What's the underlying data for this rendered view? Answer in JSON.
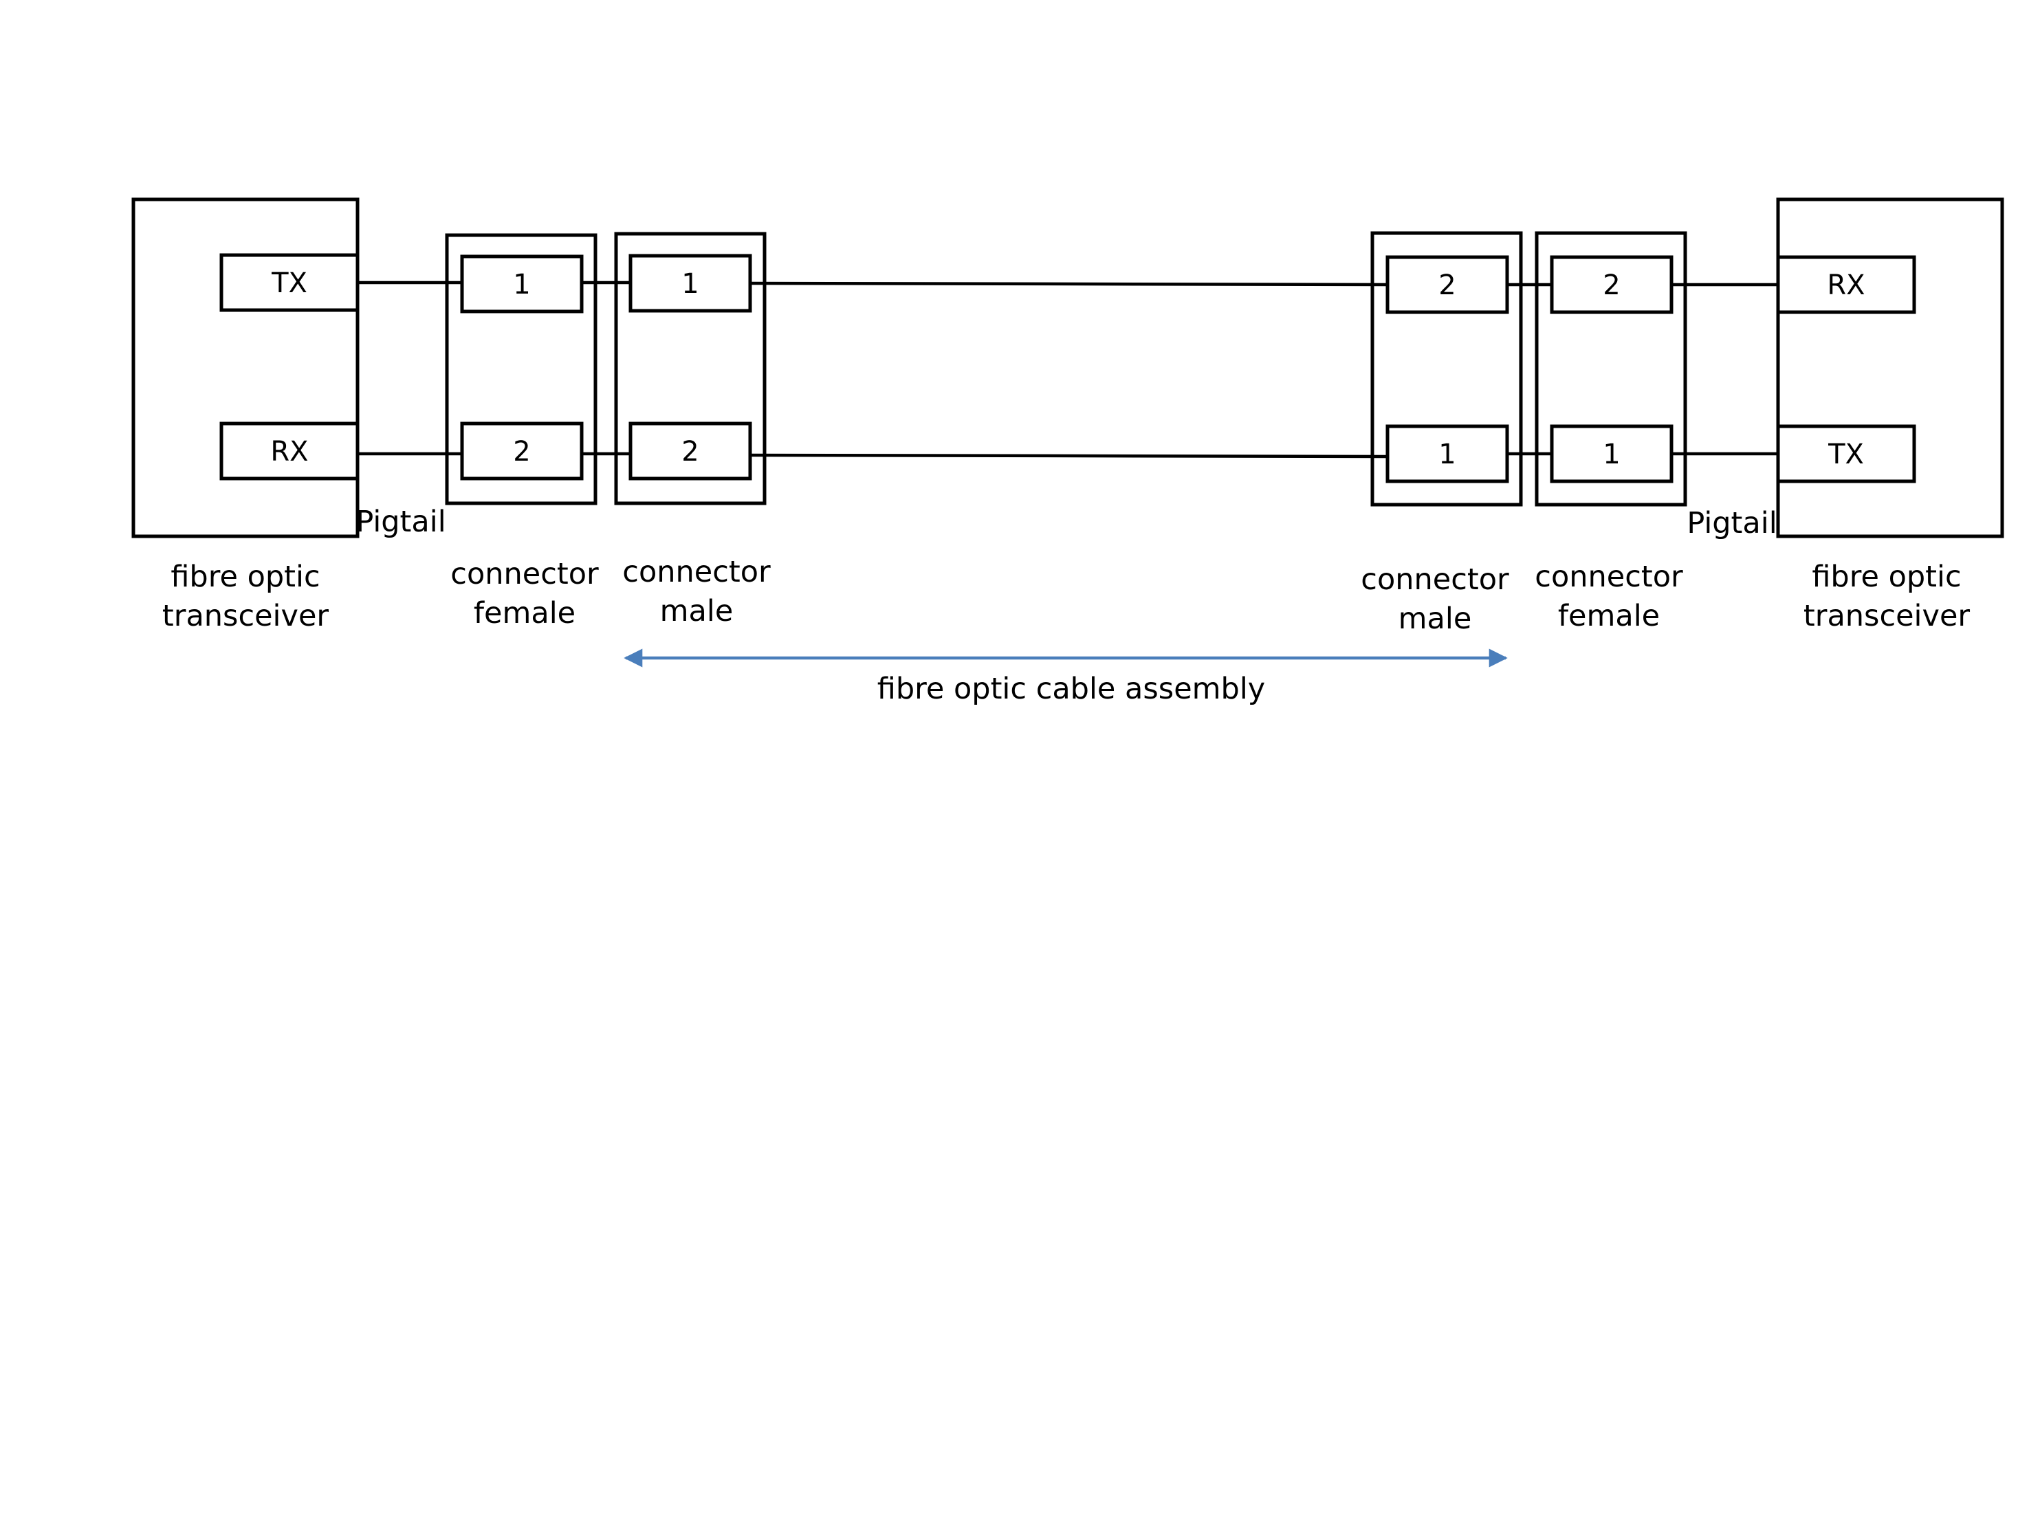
{
  "colors": {
    "line": "#000000",
    "arrow": "#4a7ebb",
    "background": "#ffffff"
  },
  "left_transceiver": {
    "port_top": "TX",
    "port_bottom": "RX",
    "label_line1": "fibre optic",
    "label_line2": "transceiver",
    "pigtail_label": "Pigtail"
  },
  "left_connector_female": {
    "slot_top": "1",
    "slot_bottom": "2",
    "label_line1": "connector",
    "label_line2": "female"
  },
  "left_connector_male": {
    "slot_top": "1",
    "slot_bottom": "2",
    "label_line1": "connector",
    "label_line2": "male"
  },
  "right_connector_male": {
    "slot_top": "2",
    "slot_bottom": "1",
    "label_line1": "connector",
    "label_line2": "male"
  },
  "right_connector_female": {
    "slot_top": "2",
    "slot_bottom": "1",
    "label_line1": "connector",
    "label_line2": "female"
  },
  "right_transceiver": {
    "port_top": "RX",
    "port_bottom": "TX",
    "label_line1": "fibre optic",
    "label_line2": "transceiver",
    "pigtail_label": "Pigtail"
  },
  "cable_assembly": {
    "label": "fibre optic cable assembly"
  }
}
